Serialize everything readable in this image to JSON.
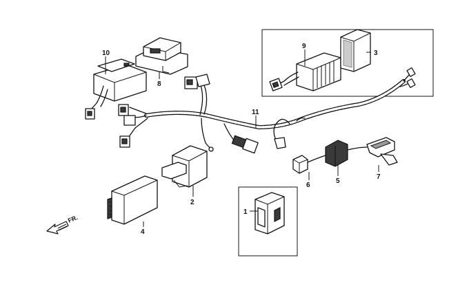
{
  "callouts": {
    "p1": "1",
    "p2": "2",
    "p3": "3",
    "p4": "4",
    "p5": "5",
    "p6": "6",
    "p7": "7",
    "p8": "8",
    "p9": "9",
    "p10": "10",
    "p11": "11"
  },
  "direction": {
    "label": "FR."
  }
}
